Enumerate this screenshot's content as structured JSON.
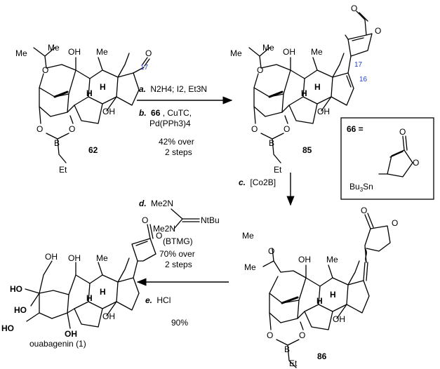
{
  "compounds": {
    "c62": {
      "label": "62",
      "atoms": {
        "me2": "Me",
        "me1": "Me",
        "oh1": "OH",
        "me3": "Me",
        "o1": "O",
        "oh2": "OH",
        "h1": "H",
        "h2": "H",
        "o2": "O",
        "b": "B",
        "o3": "O",
        "et": "Et",
        "o4": "O",
        "o5": "O",
        "c17": "17"
      }
    },
    "c85": {
      "label": "85",
      "atoms": {
        "me2": "Me",
        "me1": "Me",
        "oh1": "OH",
        "me3": "Me",
        "o1": "O",
        "oh2": "OH",
        "h1": "H",
        "h2": "H",
        "o2": "O",
        "b": "B",
        "o3": "O",
        "et": "Et",
        "o4": "O",
        "o5": "O",
        "oc": "O",
        "oring": "O",
        "c17": "17",
        "c16": "16"
      }
    },
    "c86": {
      "label": "86",
      "atoms": {
        "me2": "Me",
        "me1": "Me",
        "oh1": "OH",
        "me3": "Me",
        "o1": "O",
        "oh2": "OH",
        "h1": "H",
        "h2": "H",
        "o2": "O",
        "b": "B",
        "o3": "O",
        "et": "Et",
        "o4": "O",
        "o5": "O",
        "oc": "O",
        "oring": "O"
      }
    },
    "c1": {
      "label": "ouabagenin (1)",
      "atoms": {
        "oh_top": "OH",
        "ho_a": "HO",
        "ho_b": "HO",
        "ho_c": "HO",
        "oh_d": "OH",
        "oh_e": "OH",
        "me": "Me",
        "h1": "H",
        "h2": "H",
        "oc": "O",
        "oring": "O"
      }
    }
  },
  "reagent66": {
    "label": "66 =",
    "sn": "Bu3Sn",
    "oc": "O",
    "oring": "O"
  },
  "steps": {
    "a": {
      "letter": "a.",
      "text": "N2H4; I2, Et3N"
    },
    "b": {
      "letter": "b.",
      "num": "66",
      "text": ", CuTC,",
      "line2": "Pd(PPh3)4"
    },
    "ab_yield": {
      "line1": "42% over",
      "line2": "2 steps"
    },
    "c": {
      "letter": "c.",
      "text": "[Co2B]"
    },
    "d": {
      "letter": "d.",
      "me2n_top": "Me2N",
      "me2n_bot": "Me2N",
      "ntbu": "NtBu",
      "name": "(BTMG)",
      "yield1": "70% over",
      "yield2": "2 steps"
    },
    "e": {
      "letter": "e.",
      "text": "HCl",
      "yield": "90%"
    }
  }
}
